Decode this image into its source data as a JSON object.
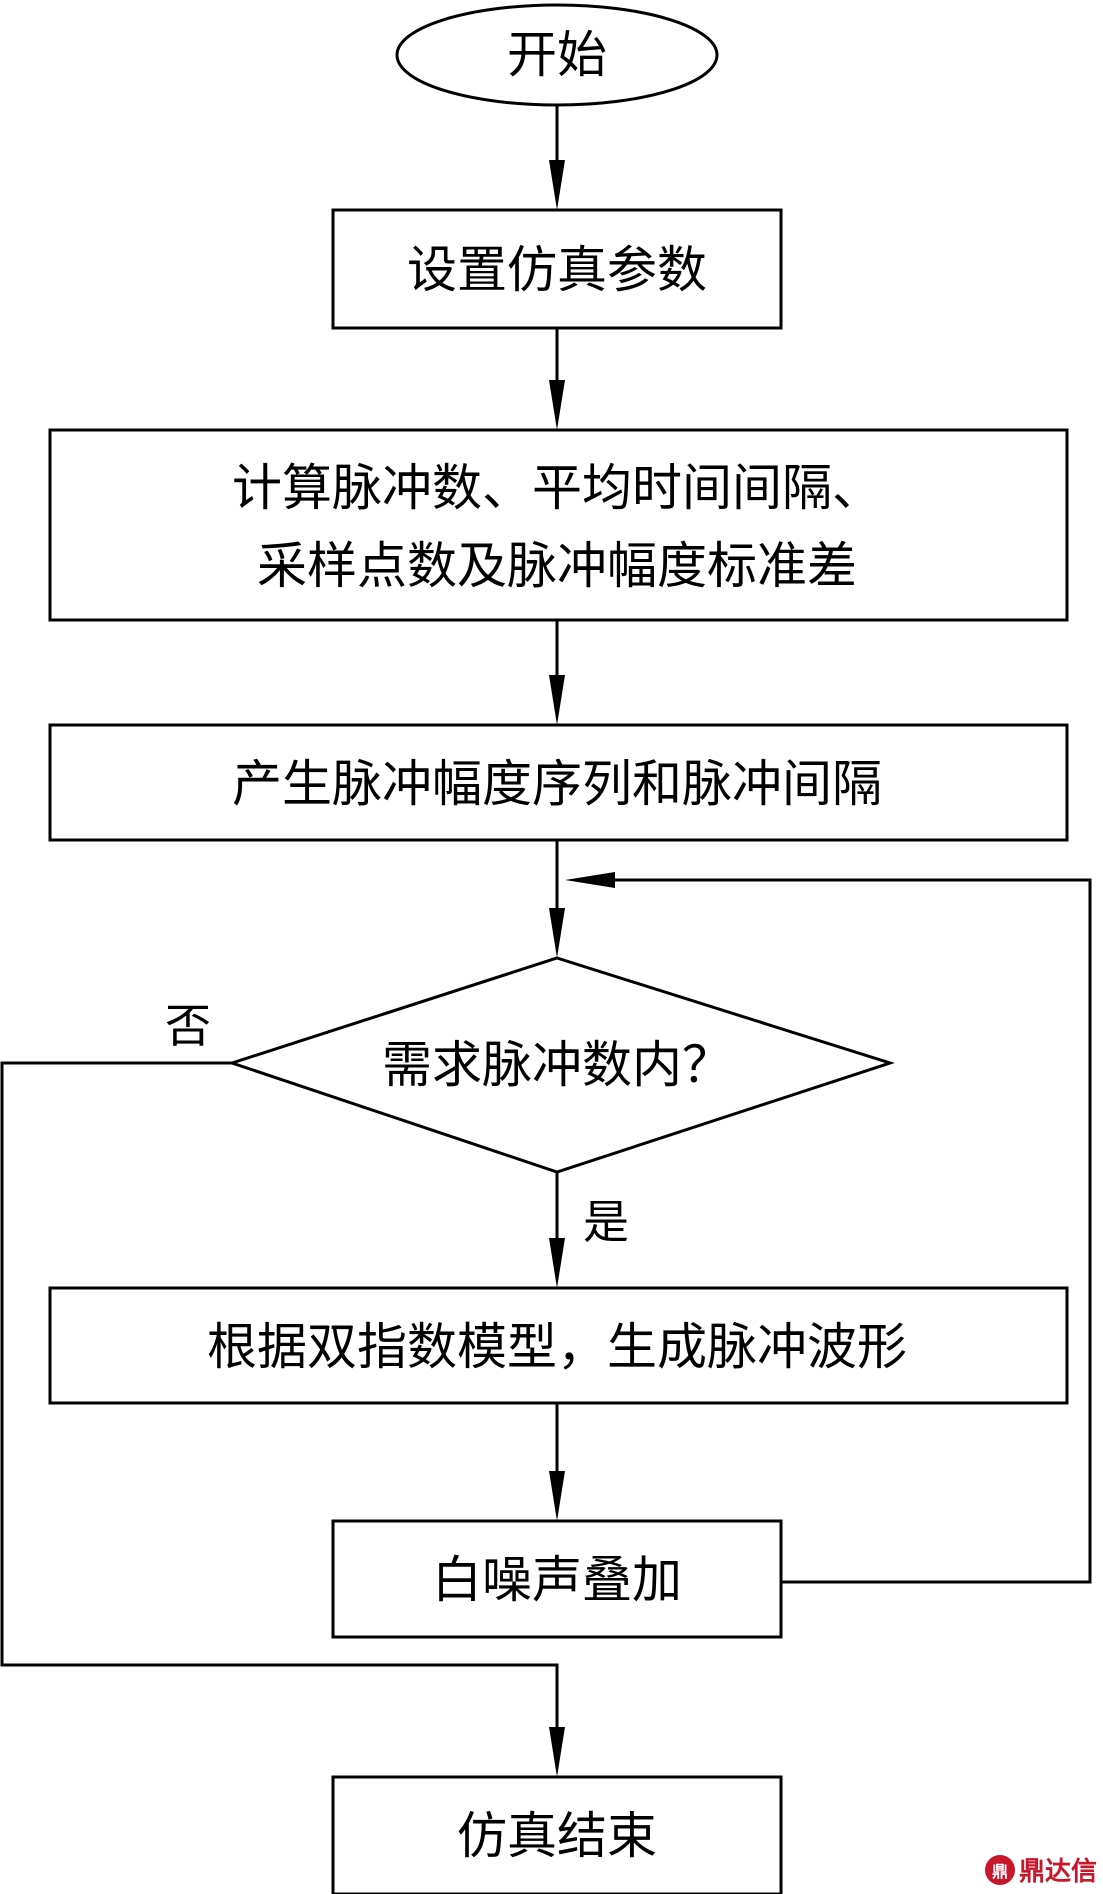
{
  "flowchart": {
    "start": "开始",
    "set_params": "设置仿真参数",
    "compute_line1": "计算脉冲数、平均时间间隔、",
    "compute_line2": "采样点数及脉冲幅度标准差",
    "generate_sequence": "产生脉冲幅度序列和脉冲间隔",
    "decision": "需求脉冲数内？",
    "no_label": "否",
    "yes_label": "是",
    "generate_waveform": "根据双指数模型，生成脉冲波形",
    "add_noise": "白噪声叠加",
    "end": "仿真结束"
  },
  "watermark": {
    "seal_char": "鼎",
    "text": "鼎达信"
  }
}
